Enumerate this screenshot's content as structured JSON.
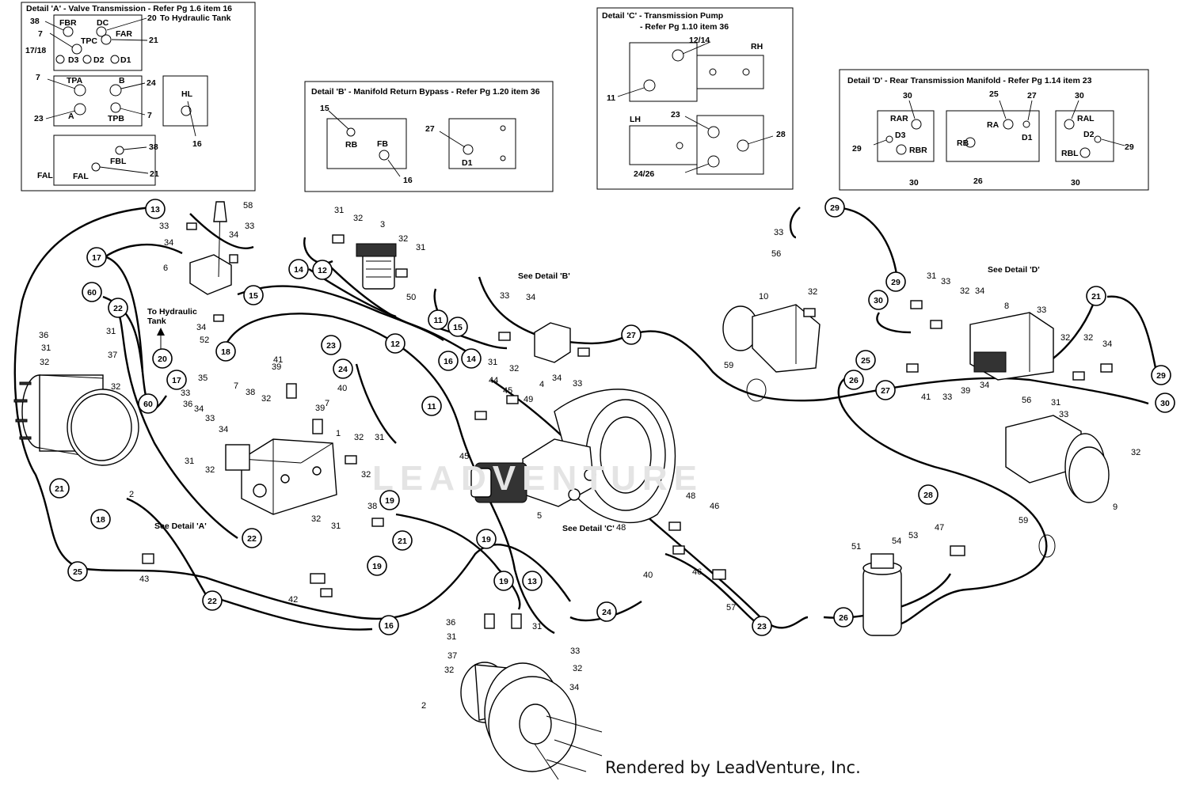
{
  "details": [
    {
      "id": "A",
      "title": "Detail 'A' - Valve Transmission - Refer Pg 1.6 item 16",
      "labels": [
        "38",
        "FBR",
        "DC",
        "20",
        "To Hydraulic Tank",
        "7",
        "TPC",
        "FAR",
        "21",
        "17/18",
        "D3",
        "D2",
        "D1",
        "7",
        "TPA",
        "B",
        "24",
        "23",
        "A",
        "TPB",
        "7",
        "HL",
        "16",
        "FBL",
        "38",
        "FAL",
        "FAL",
        "21"
      ]
    },
    {
      "id": "B",
      "title": "Detail 'B' - Manifold Return Bypass - Refer Pg 1.20 item 36",
      "labels": [
        "15",
        "RB",
        "FB",
        "16",
        "27",
        "D1"
      ]
    },
    {
      "id": "C",
      "title": "Detail 'C' - Transmission Pump",
      "subtitle": "- Refer Pg 1.10 item 36",
      "labels": [
        "12/14",
        "RH",
        "11",
        "23",
        "LH",
        "28",
        "24/26"
      ]
    },
    {
      "id": "D",
      "title": "Detail 'D' - Rear Transmission Manifold - Refer Pg 1.14 item 23",
      "labels": [
        "30",
        "RAR",
        "D3",
        "29",
        "RBR",
        "30",
        "25",
        "27",
        "RA",
        "D1",
        "RB",
        "26",
        "30",
        "RAL",
        "D2",
        "29",
        "RBL",
        "30"
      ]
    }
  ],
  "hose_callouts": [
    "13",
    "17",
    "60",
    "22",
    "15",
    "18",
    "20",
    "17",
    "60",
    "14",
    "12",
    "11",
    "15",
    "16",
    "14",
    "12",
    "11",
    "23",
    "24",
    "27",
    "29",
    "29",
    "30",
    "25",
    "26",
    "27",
    "29",
    "30",
    "28",
    "26",
    "23",
    "24",
    "21",
    "22",
    "19",
    "18",
    "21",
    "22",
    "25",
    "19",
    "19",
    "19",
    "13",
    "16",
    "21"
  ],
  "part_labels": [
    "58",
    "33",
    "34",
    "34",
    "33",
    "6",
    "34",
    "52",
    "31",
    "32",
    "3",
    "32",
    "31",
    "50",
    "2",
    "36",
    "31",
    "32",
    "37",
    "31",
    "32",
    "33",
    "34",
    "35",
    "7",
    "38",
    "32",
    "41",
    "39",
    "40",
    "7",
    "39",
    "1",
    "36",
    "33",
    "34",
    "31",
    "32",
    "32",
    "31",
    "32",
    "38",
    "32",
    "31",
    "44",
    "45",
    "49",
    "45",
    "31",
    "32",
    "34",
    "33",
    "4",
    "See Detail 'B'",
    "33",
    "34",
    "5",
    "See Detail 'C'",
    "48",
    "46",
    "48",
    "46",
    "40",
    "57",
    "10",
    "32",
    "33",
    "56",
    "59",
    "31",
    "33",
    "32",
    "34",
    "8",
    "See Detail 'D'",
    "41",
    "33",
    "39",
    "34",
    "33",
    "32",
    "56",
    "31",
    "32",
    "34",
    "33",
    "32",
    "9",
    "51",
    "54",
    "53",
    "47",
    "59",
    "43",
    "42",
    "36",
    "31",
    "37",
    "32",
    "33",
    "32",
    "34",
    "2",
    "31",
    "See Detail 'A'"
  ],
  "annotations": {
    "to_hydraulic_tank": "To Hydraulic Tank"
  },
  "watermark": "LEADVENTURE",
  "credit": "Rendered by LeadVenture, Inc."
}
